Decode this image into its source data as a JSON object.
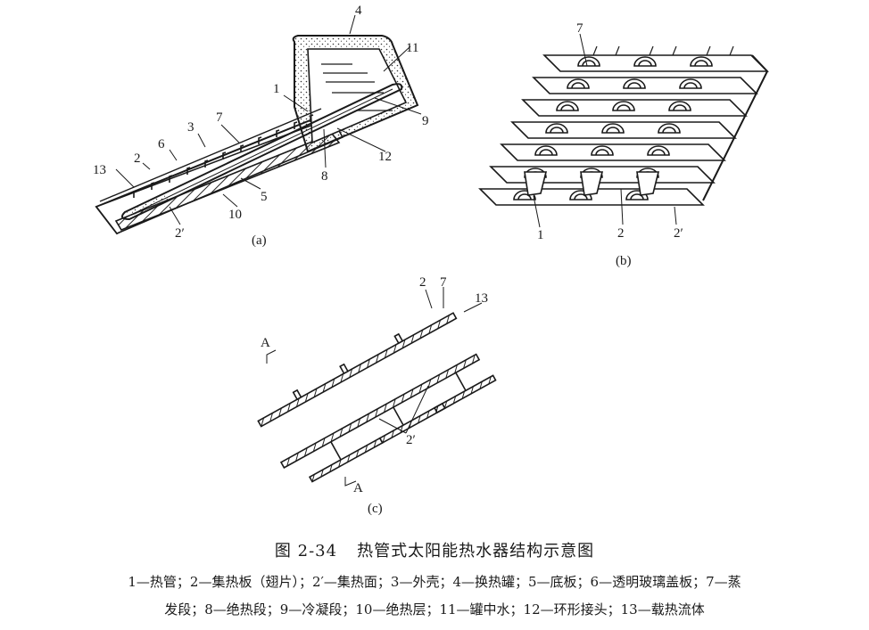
{
  "figure": {
    "number": "图 2-34",
    "title": "热管式太阳能热水器结构示意图"
  },
  "subfigures": [
    {
      "id": "a",
      "label": "(a)",
      "callouts": [
        "1",
        "2",
        "2′",
        "3",
        "4",
        "5",
        "6",
        "7",
        "8",
        "9",
        "10",
        "11",
        "12",
        "13"
      ]
    },
    {
      "id": "b",
      "label": "(b)",
      "callouts": [
        "7",
        "1",
        "2",
        "2′"
      ]
    },
    {
      "id": "c",
      "label": "(c)",
      "callouts": [
        "2",
        "7",
        "13",
        "2′",
        "A",
        "A"
      ]
    }
  ],
  "legend": {
    "line1": "1—热管；2—集热板（翅片）；2′—集热面；3—外壳；4—换热罐；5—底板；6—透明玻璃盖板；7—蒸",
    "line2": "发段；8—绝热段；9—冷凝段；10—绝热层；11—罐中水；12—环形接头；13—载热流体"
  },
  "colors": {
    "ink": "#1a1a1a",
    "paper": "#ffffff"
  }
}
